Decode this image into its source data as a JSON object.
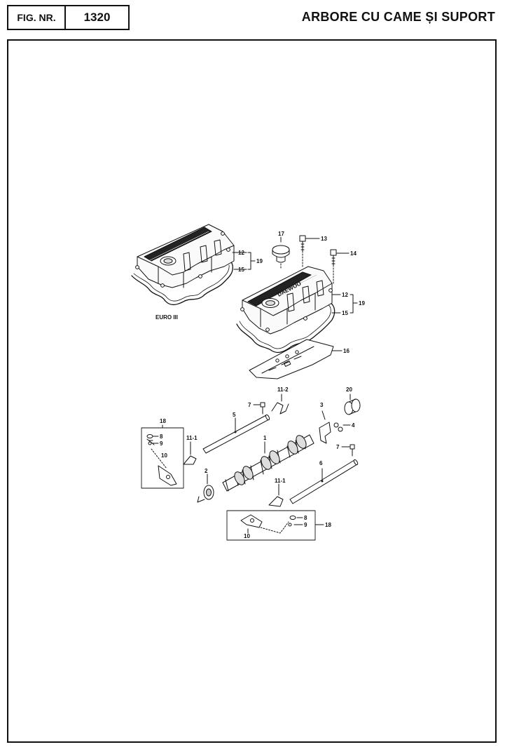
{
  "header": {
    "fig_label": "FIG. NR.",
    "fig_number": "1320",
    "title": "ARBORE CU CAME ȘI SUPORT"
  },
  "diagram": {
    "variant_label": "EURO III",
    "brand_text": "DAEWOO",
    "callouts": {
      "c1": "1",
      "c2": "2",
      "c3": "3",
      "c4": "4",
      "c5": "5",
      "c6": "6",
      "c7a": "7",
      "c7b": "7",
      "c8a": "8",
      "c8b": "8",
      "c9a": "9",
      "c9b": "9",
      "c10a": "10",
      "c10b": "10",
      "c11_1a": "11-1",
      "c11_1b": "11-1",
      "c11_2": "11-2",
      "c12a": "12",
      "c12b": "12",
      "c13": "13",
      "c14": "14",
      "c15a": "15",
      "c15b": "15",
      "c16": "16",
      "c17": "17",
      "c18a": "18",
      "c18b": "18",
      "c19a": "19",
      "c19b": "19",
      "c20": "20"
    }
  }
}
